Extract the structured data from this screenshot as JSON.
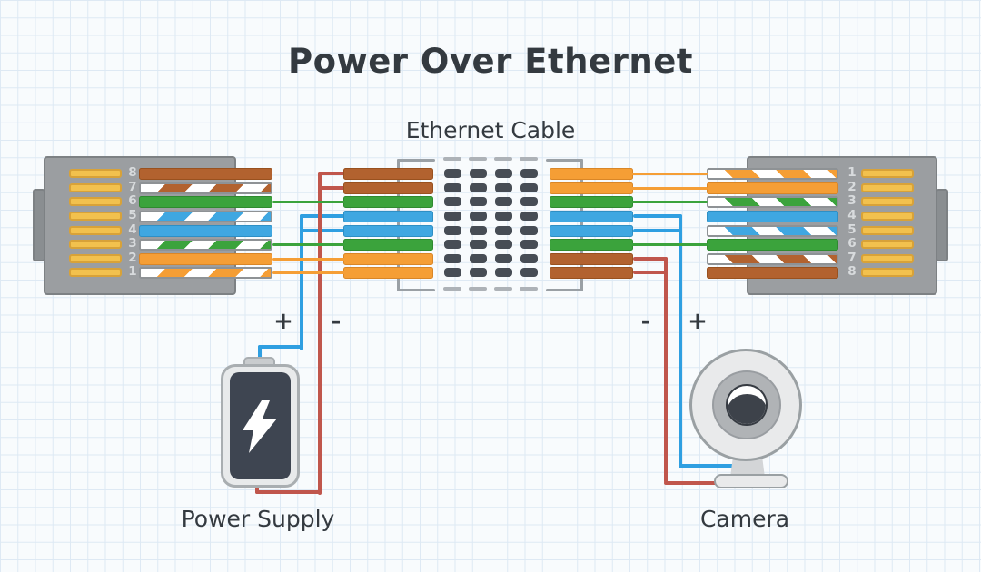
{
  "title": "Power Over Ethernet",
  "cable": {
    "label": "Ethernet Cable"
  },
  "left_connector": {
    "pins": [
      "8",
      "7",
      "6",
      "5",
      "4",
      "3",
      "2",
      "1"
    ],
    "wires": [
      "brown",
      "brown_stripe",
      "green",
      "blue_stripe",
      "blue",
      "green_stripe",
      "orange",
      "orange_stripe"
    ]
  },
  "right_connector": {
    "pins": [
      "1",
      "2",
      "3",
      "4",
      "5",
      "6",
      "7",
      "8"
    ],
    "wires": [
      "orange_stripe",
      "orange",
      "green_stripe",
      "blue",
      "blue_stripe",
      "green",
      "brown_stripe",
      "brown"
    ]
  },
  "cable_core": {
    "left_bars": [
      "brown",
      "brown",
      "green",
      "blue",
      "blue",
      "green",
      "orange",
      "orange"
    ],
    "right_bars": [
      "orange",
      "orange",
      "green",
      "blue",
      "blue",
      "green",
      "brown",
      "brown"
    ],
    "left_pass_through": [
      {
        "row": 2,
        "color": "green"
      },
      {
        "row": 5,
        "color": "green"
      },
      {
        "row": 6,
        "color": "orange"
      },
      {
        "row": 7,
        "color": "orange"
      }
    ],
    "right_pass_through": [
      {
        "row": 0,
        "color": "orange"
      },
      {
        "row": 1,
        "color": "orange"
      },
      {
        "row": 2,
        "color": "green"
      },
      {
        "row": 5,
        "color": "green"
      }
    ],
    "dash_rows": 8,
    "dashes_per_row": 4
  },
  "power_taps": {
    "left": {
      "positive_rows": [
        3,
        4
      ],
      "negative_rows": [
        0,
        1
      ]
    },
    "right": {
      "positive_rows": [
        3,
        4
      ],
      "negative_rows": [
        6,
        7
      ]
    }
  },
  "power_supply": {
    "label": "Power Supply",
    "positive": "+",
    "negative": "-"
  },
  "camera": {
    "label": "Camera",
    "positive": "+",
    "negative": "-"
  },
  "colors": {
    "brown": "#b2622f",
    "orange": "#f59e35",
    "green": "#3ba33c",
    "blue": "#3fa7e1",
    "positive_wire": "#2f9fe1",
    "negative_wire": "#c0564c",
    "connector_body": "#9b9ea1",
    "pin_gold": "#f2c14e",
    "dash_dark": "#474d55",
    "sheath_gray": "#adb2b7",
    "text": "#343a40",
    "background": "#f8fbfd",
    "grid_line": "#dde9f4"
  }
}
